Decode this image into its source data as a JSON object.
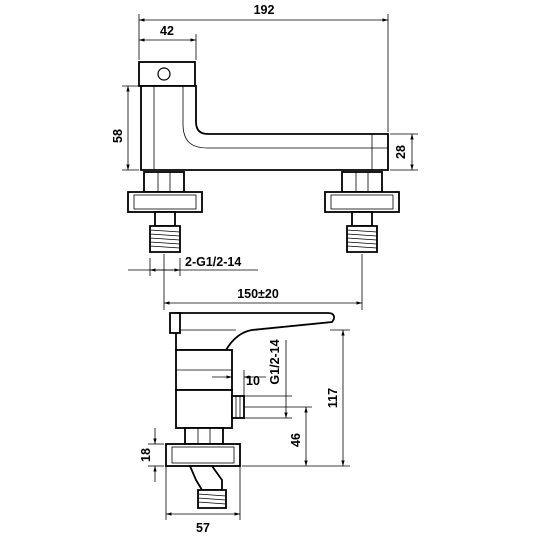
{
  "dimensions": {
    "overall_length": "192",
    "handle_width": "42",
    "body_height": "58",
    "spout_height": "28",
    "inlet_thread": "2-G1/2-14",
    "inlet_spacing": "150±20",
    "side_thread": "G1/2-14",
    "thread_depth": "10",
    "total_height": "117",
    "outlet_height": "46",
    "base_height": "18",
    "base_width": "57"
  }
}
